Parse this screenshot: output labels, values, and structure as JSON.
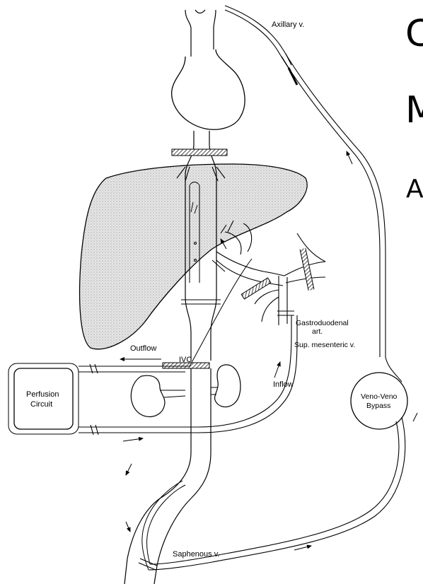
{
  "labels": {
    "axillary": "Axillary v.",
    "outflow": "Outflow",
    "ivc": "IVC",
    "inflow": "Inflow",
    "gastroduodenal_1": "Gastroduodenal",
    "gastroduodenal_2": "art.",
    "sup_mesenteric": "Sup. mesenteric v.",
    "perfusion_1": "Perfusion",
    "perfusion_2": "Circuit",
    "venoveno_1": "Veno-Veno",
    "venoveno_2": "Bypass",
    "saphenous": "Saphenous v."
  },
  "slide_fragments": {
    "line1": "C",
    "line2": "M",
    "line3": "A"
  },
  "colors": {
    "ink": "#000000",
    "liver_fill": "#d9d9d9",
    "background": "#ffffff"
  }
}
